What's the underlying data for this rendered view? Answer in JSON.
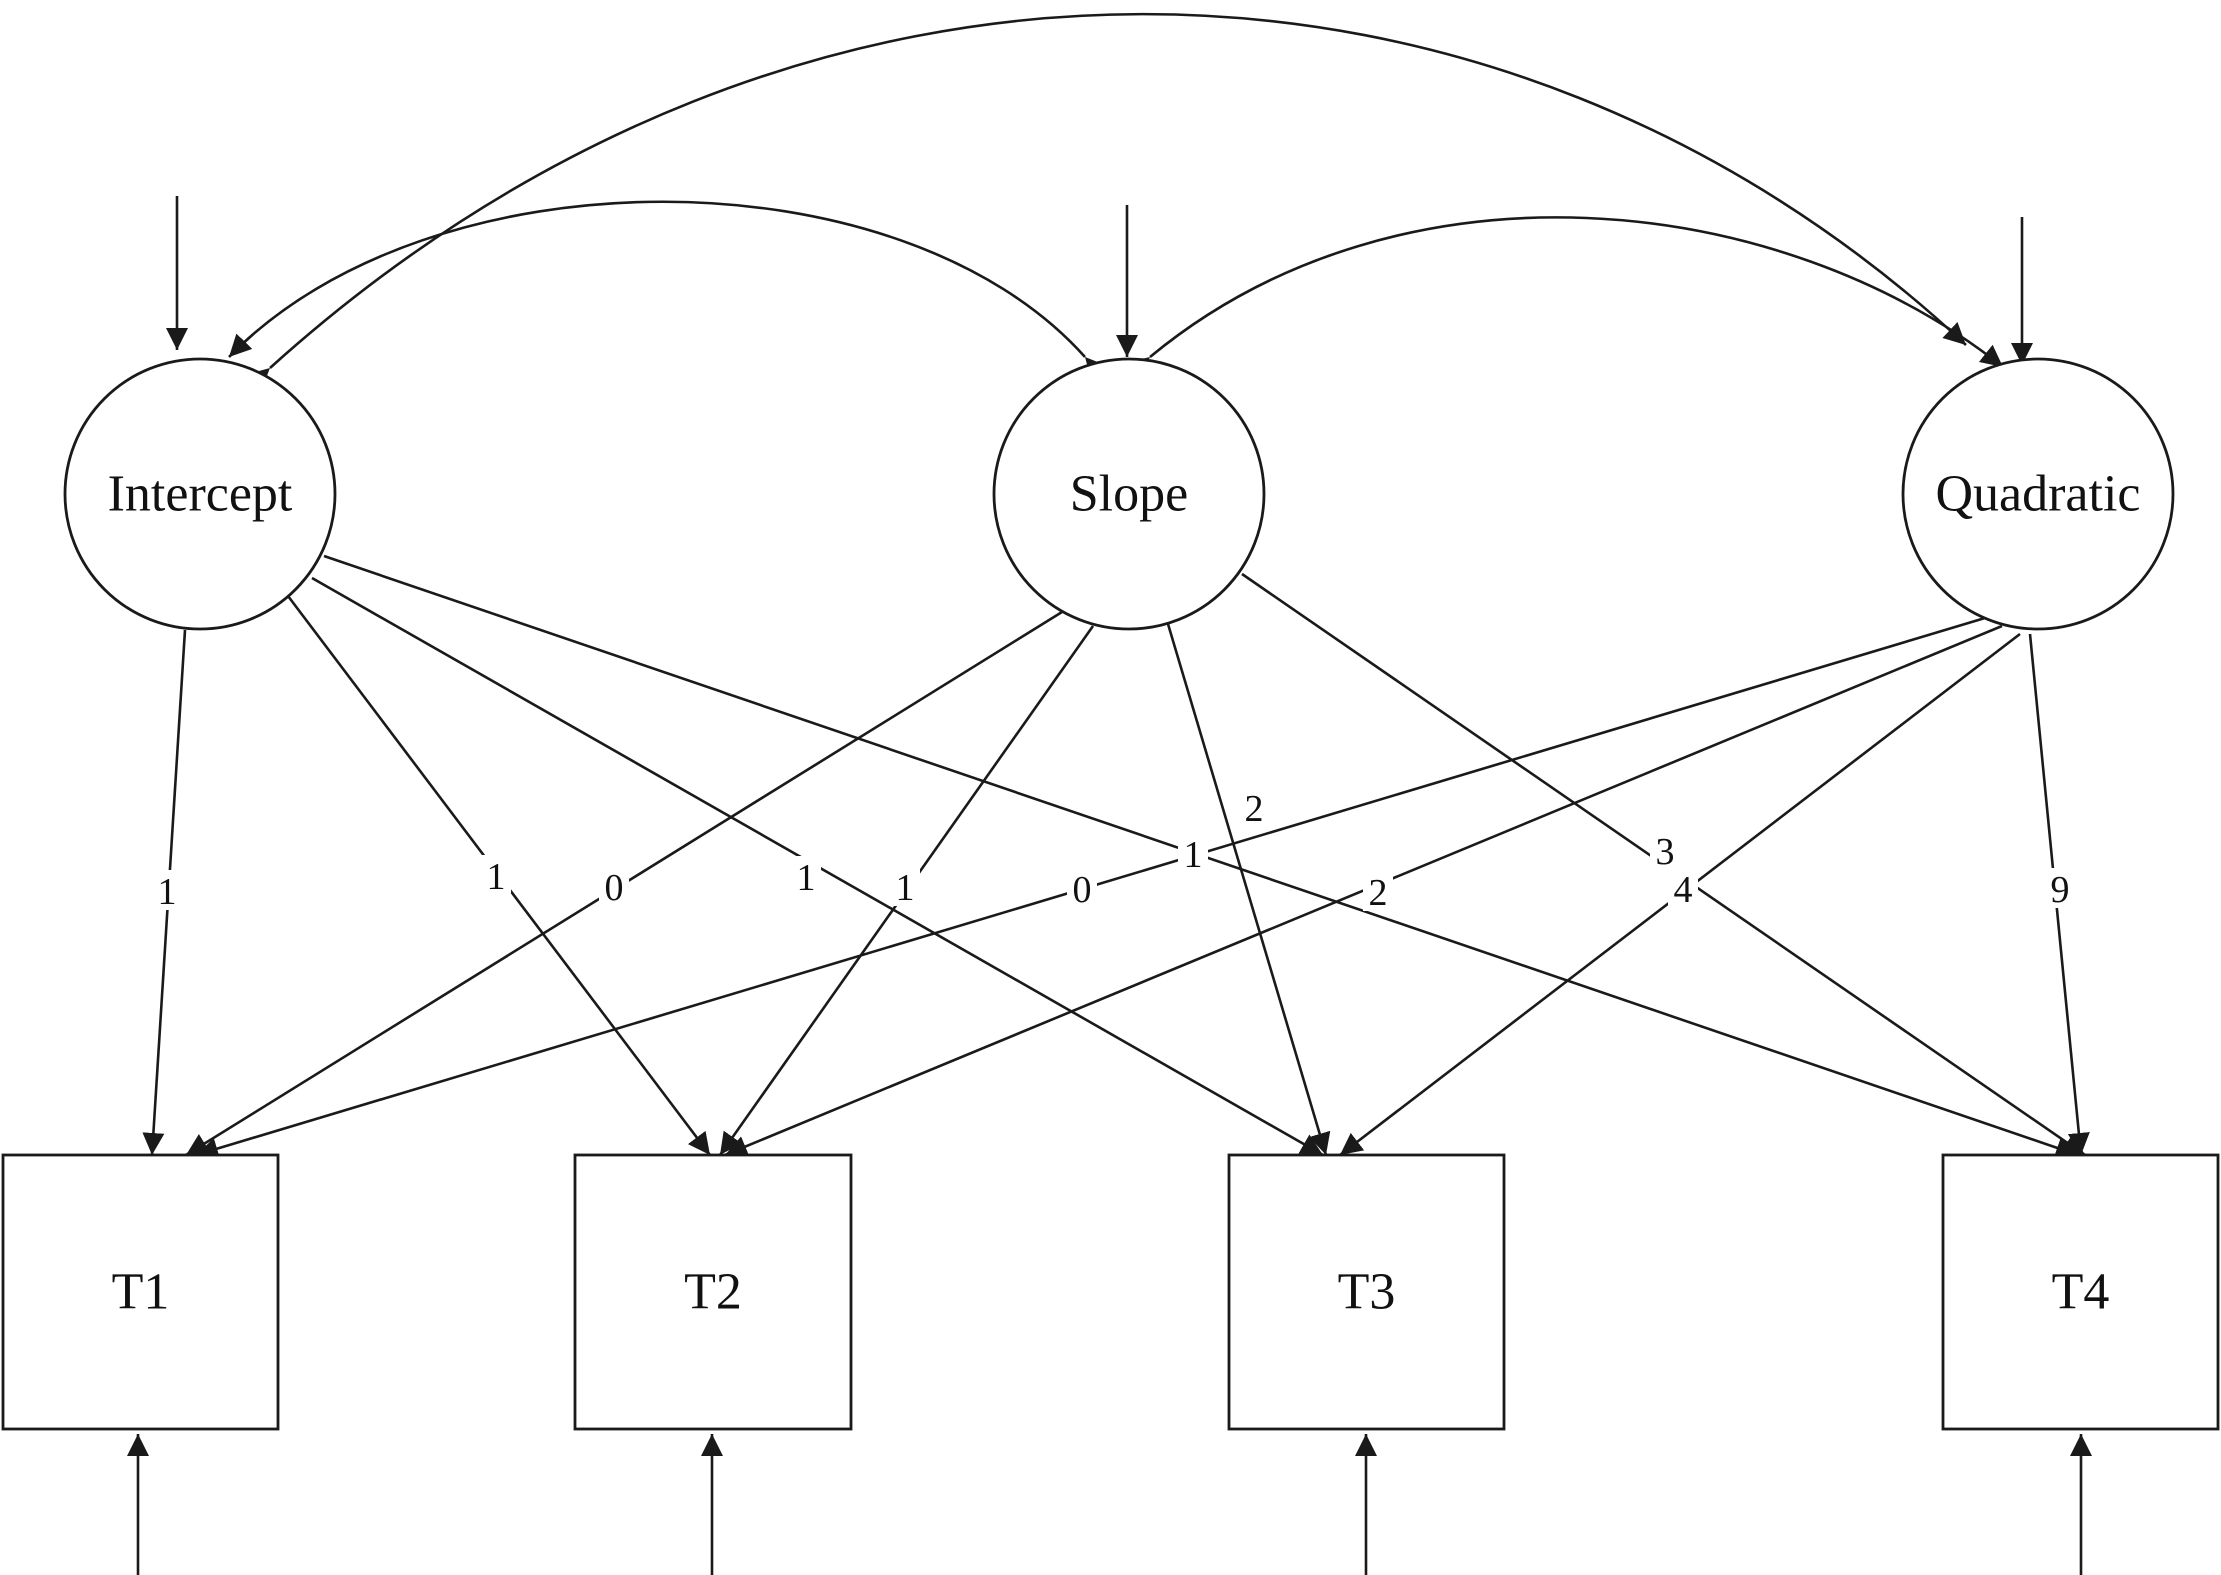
{
  "diagram": {
    "latent_factors": [
      {
        "id": "intercept",
        "label": "Intercept"
      },
      {
        "id": "slope",
        "label": "Slope"
      },
      {
        "id": "quadratic",
        "label": "Quadratic"
      }
    ],
    "observed_variables": [
      {
        "id": "t1",
        "label": "T1"
      },
      {
        "id": "t2",
        "label": "T2"
      },
      {
        "id": "t3",
        "label": "T3"
      },
      {
        "id": "t4",
        "label": "T4"
      }
    ],
    "loadings": [
      {
        "from": "intercept",
        "to": "t1",
        "value": "1"
      },
      {
        "from": "intercept",
        "to": "t2",
        "value": "1"
      },
      {
        "from": "intercept",
        "to": "t3",
        "value": "1"
      },
      {
        "from": "intercept",
        "to": "t4",
        "value": "1"
      },
      {
        "from": "slope",
        "to": "t1",
        "value": "0"
      },
      {
        "from": "slope",
        "to": "t2",
        "value": "1"
      },
      {
        "from": "slope",
        "to": "t3",
        "value": "2"
      },
      {
        "from": "slope",
        "to": "t4",
        "value": "3"
      },
      {
        "from": "quadratic",
        "to": "t1",
        "value": "0"
      },
      {
        "from": "quadratic",
        "to": "t2",
        "value": "2"
      },
      {
        "from": "quadratic",
        "to": "t3",
        "value": "4"
      },
      {
        "from": "quadratic",
        "to": "t4",
        "value": "9"
      }
    ],
    "covariances": [
      {
        "between": [
          "intercept",
          "slope"
        ]
      },
      {
        "between": [
          "slope",
          "quadratic"
        ]
      },
      {
        "between": [
          "intercept",
          "quadratic"
        ]
      }
    ],
    "residual_arrows": [
      "intercept",
      "slope",
      "quadratic",
      "t1",
      "t2",
      "t3",
      "t4"
    ],
    "colors": {
      "stroke": "#1a1a1a",
      "background": "#ffffff"
    }
  }
}
